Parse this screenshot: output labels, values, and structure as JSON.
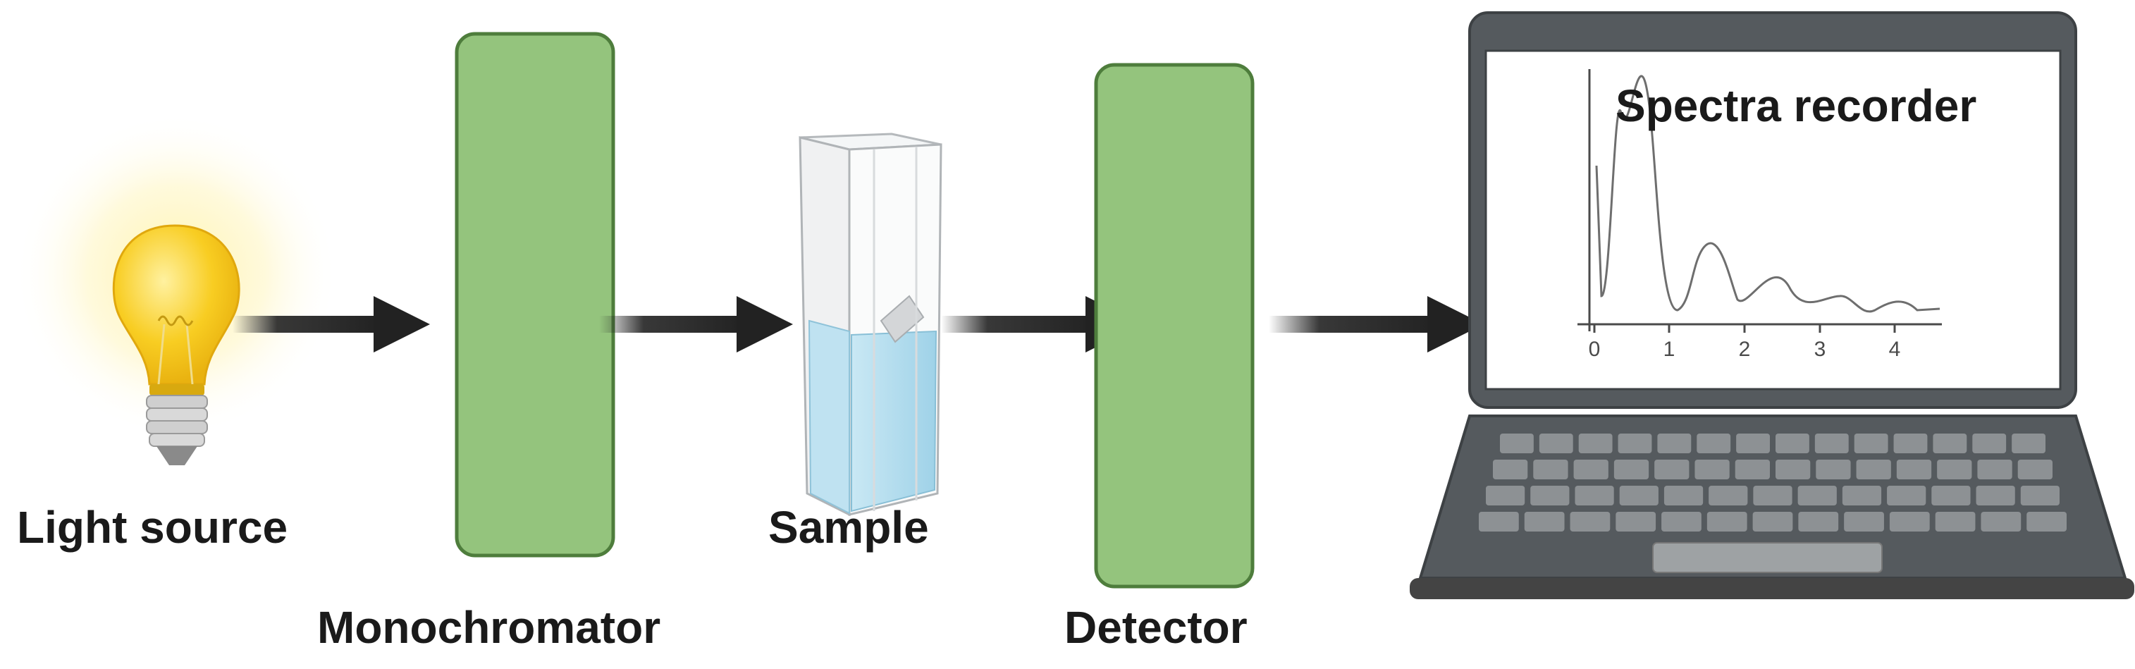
{
  "labels": {
    "light_source": "Light source",
    "monochromator": "Monochromator",
    "sample": "Sample",
    "detector": "Detector",
    "spectra_recorder": "Spectra recorder"
  },
  "plot": {
    "x_ticks": [
      "0",
      "1",
      "2",
      "3",
      "4"
    ]
  },
  "colors": {
    "component_fill": "#94c47d",
    "component_stroke": "#4e7d3c",
    "arrow": "#222222",
    "laptop_body": "#555a5e",
    "bulb_glass": "#f6c619",
    "sample_liquid": "#a8d8ec"
  },
  "icons": [
    "light-bulb-icon",
    "cuvette-icon",
    "laptop-icon"
  ]
}
